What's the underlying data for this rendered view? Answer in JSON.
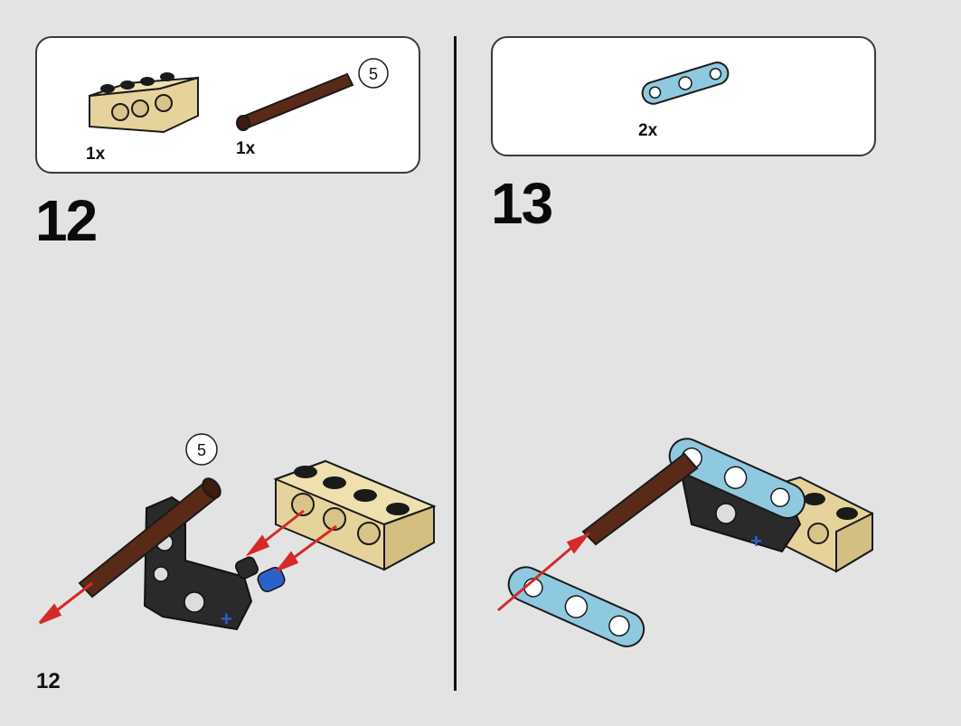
{
  "step_left": {
    "number": "12",
    "parts": [
      {
        "name": "tan technic brick 1x4",
        "quantity": "1x"
      },
      {
        "name": "brown axle",
        "quantity": "1x",
        "length_callout": "5"
      }
    ],
    "axle_length_callout": "5"
  },
  "step_right": {
    "number": "13",
    "parts": [
      {
        "name": "light blue technic beam",
        "quantity": "2x"
      }
    ]
  },
  "page": {
    "number": "12"
  },
  "colors": {
    "background": "#e3e3e3",
    "tan": "#e6d39c",
    "brown_axle": "#5a2a18",
    "light_blue": "#8fc9e0",
    "black_part": "#2a2a2a",
    "blue_pin": "#2a62c9",
    "arrow_red": "#d42a2a"
  },
  "icons": [
    "tan-brick-icon",
    "brown-axle-icon",
    "light-blue-beam-icon",
    "red-arrow-icon"
  ]
}
